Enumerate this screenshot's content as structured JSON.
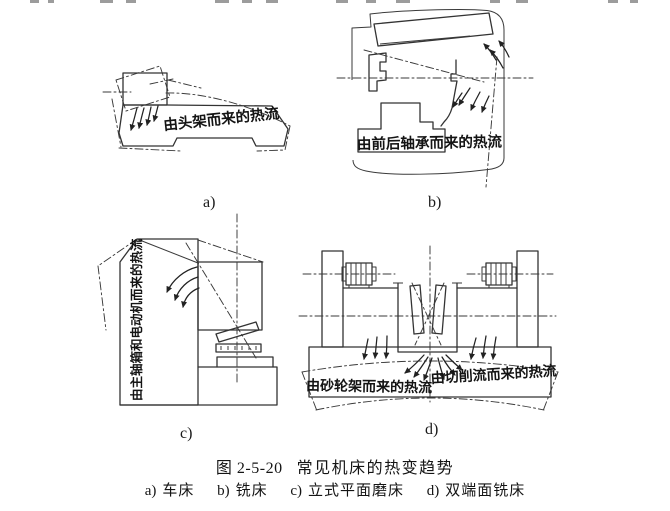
{
  "colors": {
    "background": "#ffffff",
    "line_art": "#333333",
    "text": "#141414"
  },
  "panels": {
    "a": {
      "letter": "a)",
      "heat_label": "由头架而来的热流"
    },
    "b": {
      "letter": "b)",
      "heat_label": "由前后轴承而来的热流"
    },
    "c": {
      "letter": "c)",
      "heat_label": "由主轴箱和电动机而来的热流"
    },
    "d": {
      "letter": "d)",
      "heat_label_left": "由砂轮架而来的热流",
      "heat_label_right": "由切削流而来的热流"
    }
  },
  "caption": {
    "figure_label": "图 2-5-20",
    "title": "常见机床的热变趋势"
  },
  "legend": [
    {
      "key": "a)",
      "label": "车床"
    },
    {
      "key": "b)",
      "label": "铣床"
    },
    {
      "key": "c)",
      "label": "立式平面磨床"
    },
    {
      "key": "d)",
      "label": "双端面铣床"
    }
  ]
}
